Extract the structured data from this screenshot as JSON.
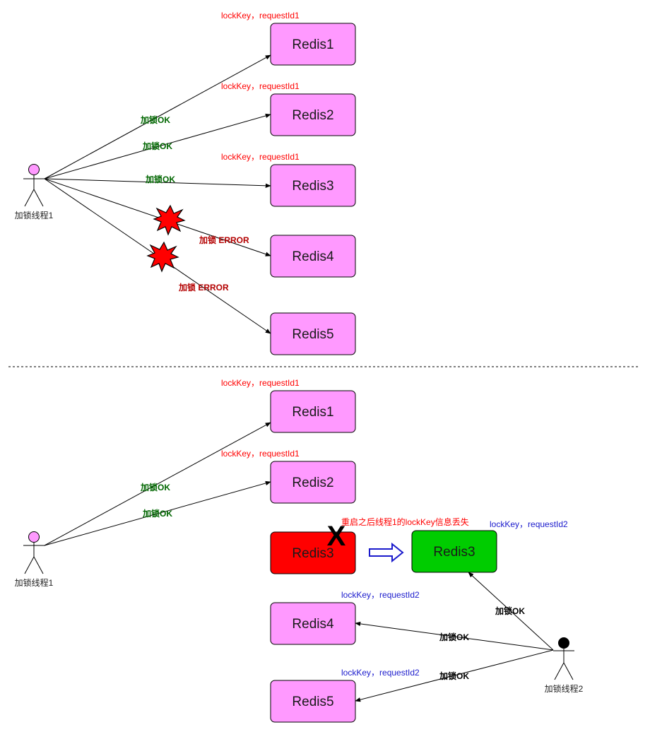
{
  "colors": {
    "redis_box": "#ff99ff",
    "redis_failed": "#ff0000",
    "redis_restarted": "#00cc00",
    "note_red": "#ff0000",
    "note_blue": "#1a1acc",
    "label_green": "#006600",
    "label_darkred": "#b30000",
    "label_black": "#000000"
  },
  "top": {
    "actor_label": "加锁线程1",
    "redis": [
      "Redis1",
      "Redis2",
      "Redis3",
      "Redis4",
      "Redis5"
    ],
    "notes": [
      "lockKey，requestId1",
      "lockKey，requestId1",
      "lockKey，requestId1"
    ],
    "edge_labels": [
      "加锁OK",
      "加锁OK",
      "加锁OK",
      "加锁 ERROR",
      "加锁 ERROR"
    ]
  },
  "bottom": {
    "actor1_label": "加锁线程1",
    "actor2_label": "加锁线程2",
    "redis": [
      "Redis1",
      "Redis2",
      "Redis3",
      "Redis4",
      "Redis5"
    ],
    "redis3_restarted": "Redis3",
    "notes_thread1": [
      "lockKey，requestId1",
      "lockKey，requestId1"
    ],
    "notes_thread2": [
      "lockKey，requestId2",
      "lockKey，requestId2",
      "lockKey，requestId2"
    ],
    "restart_note": "重启之后线程1的lockKey信息丢失",
    "cross_mark": "X",
    "edge_labels_thread1": [
      "加锁OK",
      "加锁OK"
    ],
    "edge_labels_thread2": [
      "加锁OK",
      "加锁OK",
      "加锁OK"
    ]
  }
}
